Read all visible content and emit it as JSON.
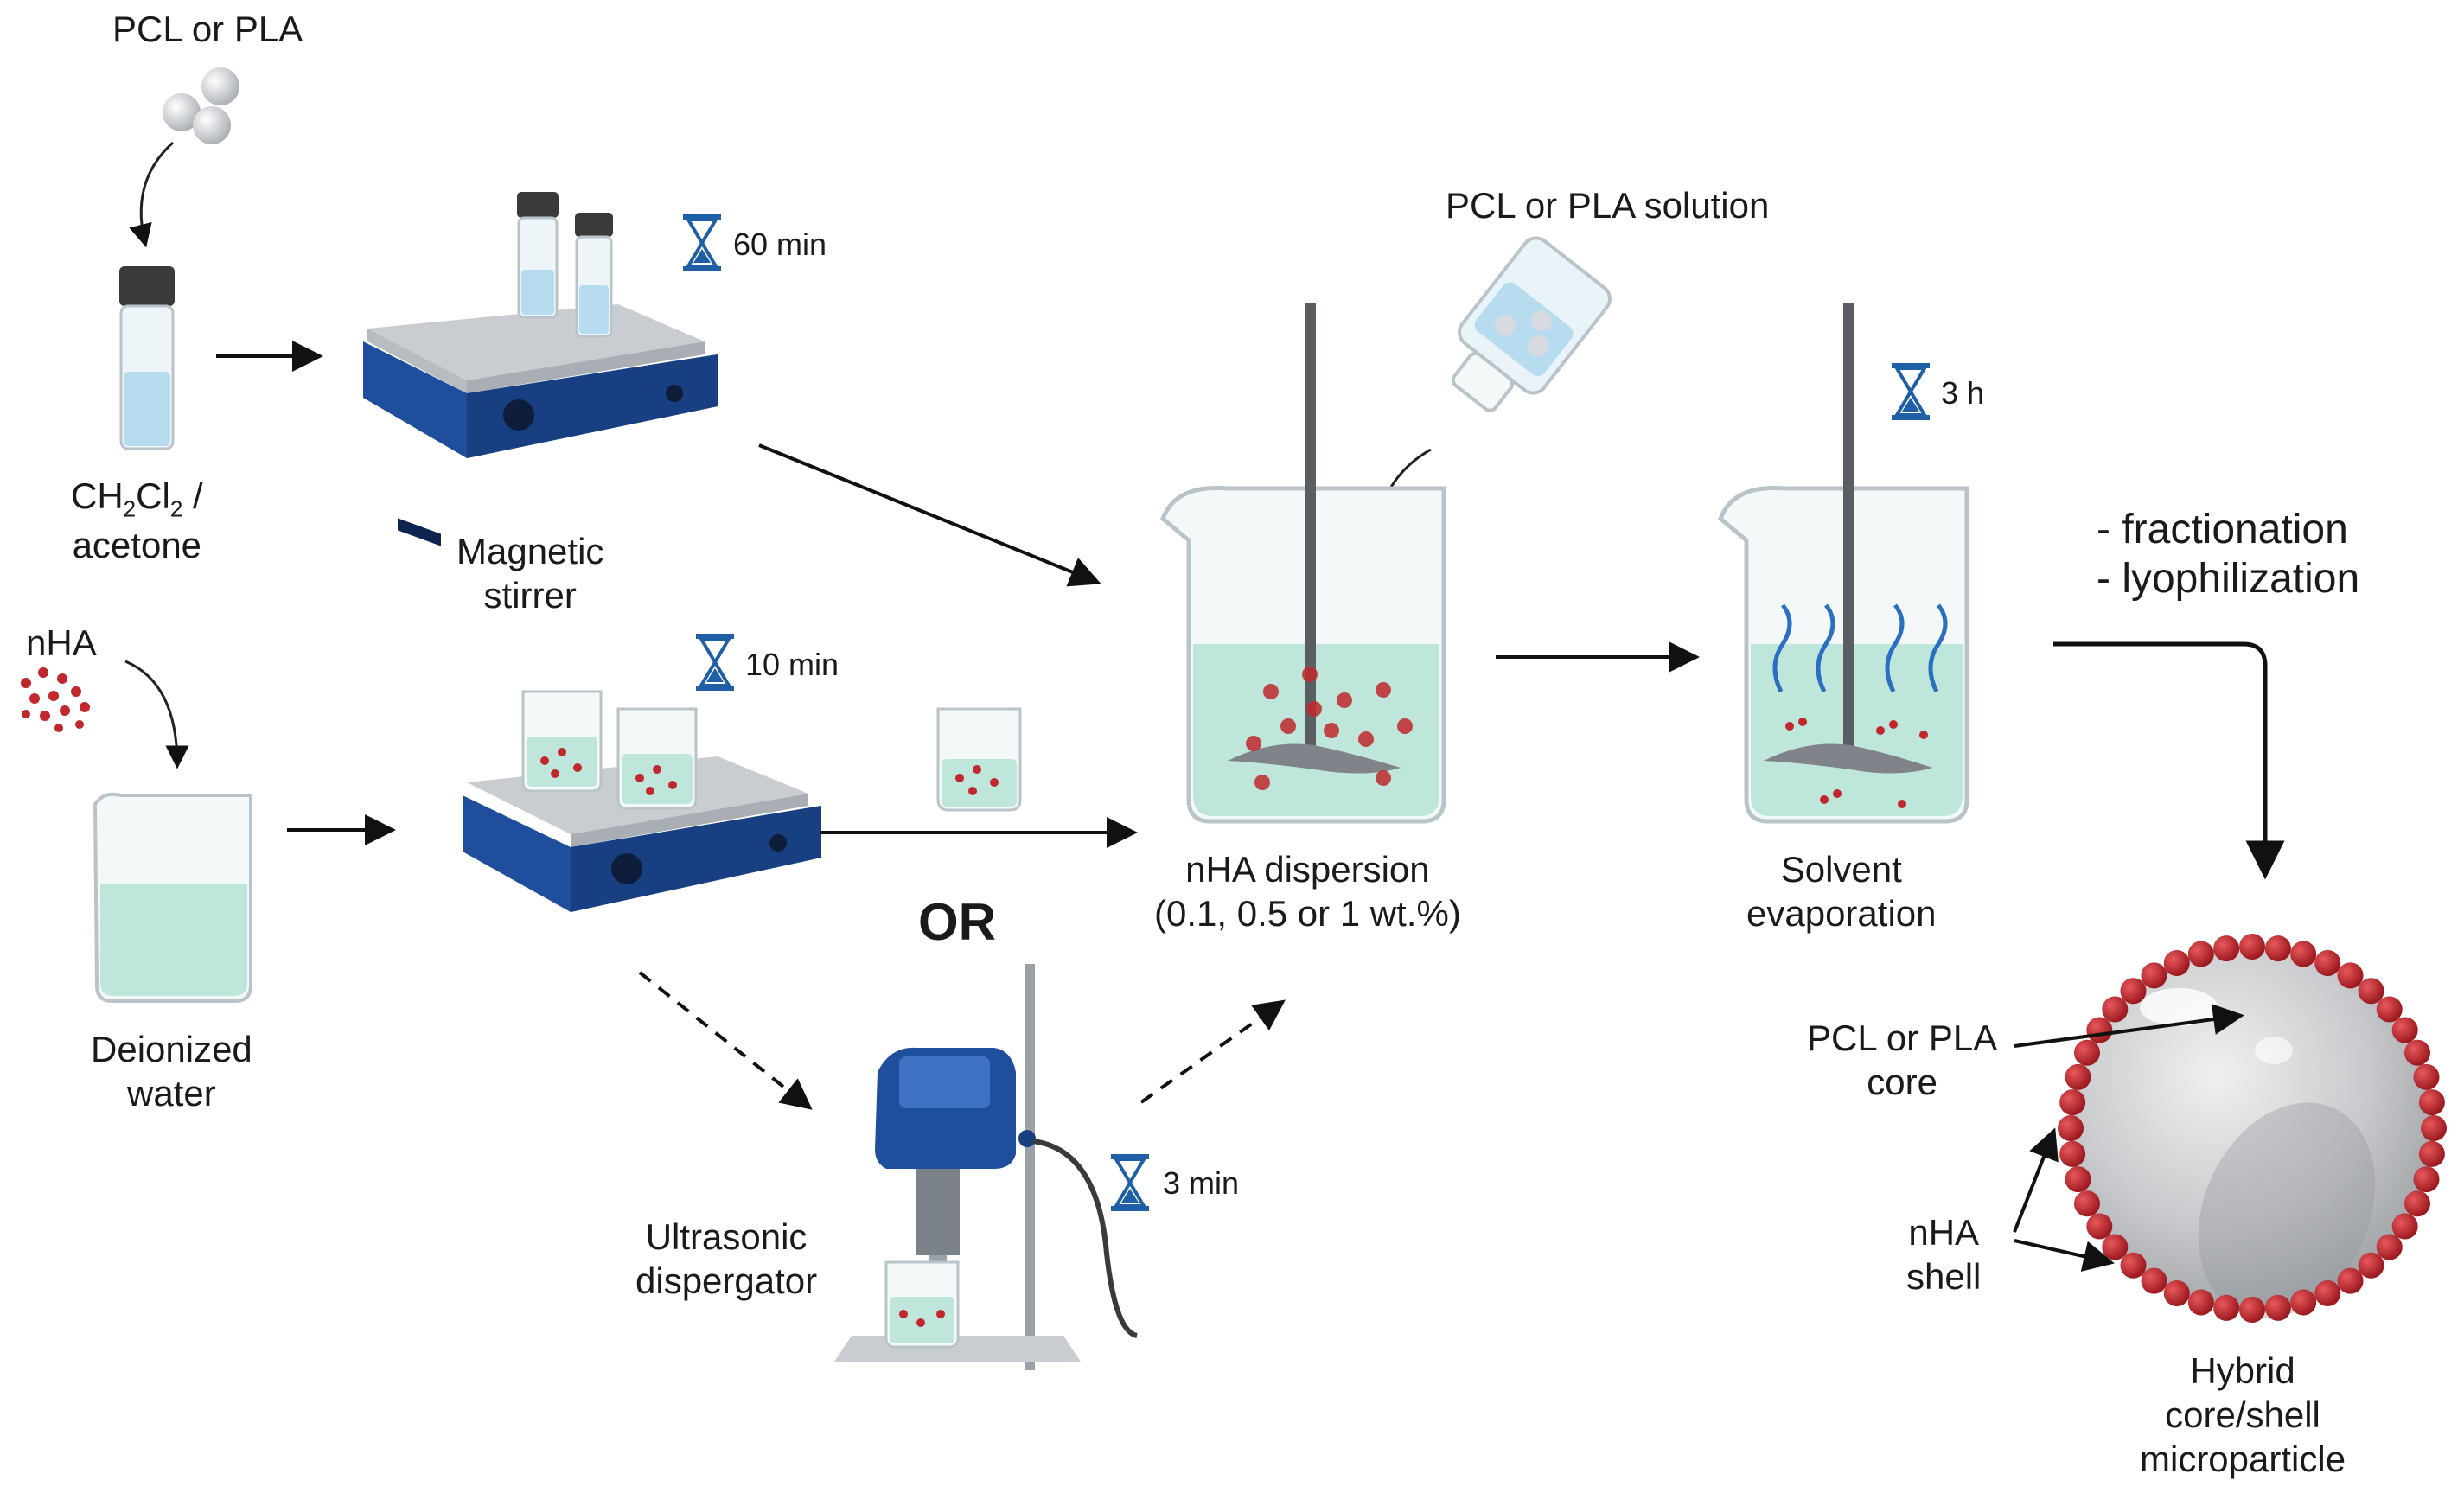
{
  "labels": {
    "polymer_top": "PCL or PLA",
    "solvent_line1_pre": "CH",
    "solvent_sub1": "2",
    "solvent_mid": "Cl",
    "solvent_sub2": "2",
    "solvent_line1_post": " /",
    "solvent_line2": "acetone",
    "stirrer_line1": "Magnetic",
    "stirrer_line2": "stirrer",
    "nha": "nHA",
    "water_line1": "Deionized",
    "water_line2": "water",
    "or": "OR",
    "ultrasonic_line1": "Ultrasonic",
    "ultrasonic_line2": "dispergator",
    "polymer_solution": "PCL or PLA solution",
    "dispersion_line1": "nHA dispersion",
    "dispersion_line2": "(0.1, 0.5 or 1 wt.%)",
    "evap_line1": "Solvent",
    "evap_line2": "evaporation",
    "post_line1": "- fractionation",
    "post_line2": "- lyophilization",
    "core_line1": "PCL or PLA",
    "core_line2": "core",
    "shell_line1": "nHA",
    "shell_line2": "shell",
    "particle_line1": "Hybrid",
    "particle_line2": "core/shell",
    "particle_line3": "microparticle"
  },
  "timers": {
    "stir_polymer": "60 min",
    "stir_nha": "10 min",
    "ultrasonic": "3 min",
    "evaporation": "3 h"
  },
  "colors": {
    "stirrer_blue": "#1f4e9c",
    "timer_blue": "#1f5fa6",
    "liquid_teal": "#bfe6da",
    "particle_red": "#c0282d",
    "arrow_black": "#111111"
  },
  "icons": [
    "polymer-pellets-icon",
    "vial-icon",
    "magnetic-stirrer-icon",
    "hourglass-icon",
    "beaker-icon",
    "ultrasonic-dispergator-icon",
    "bottle-icon",
    "microparticle-icon"
  ]
}
